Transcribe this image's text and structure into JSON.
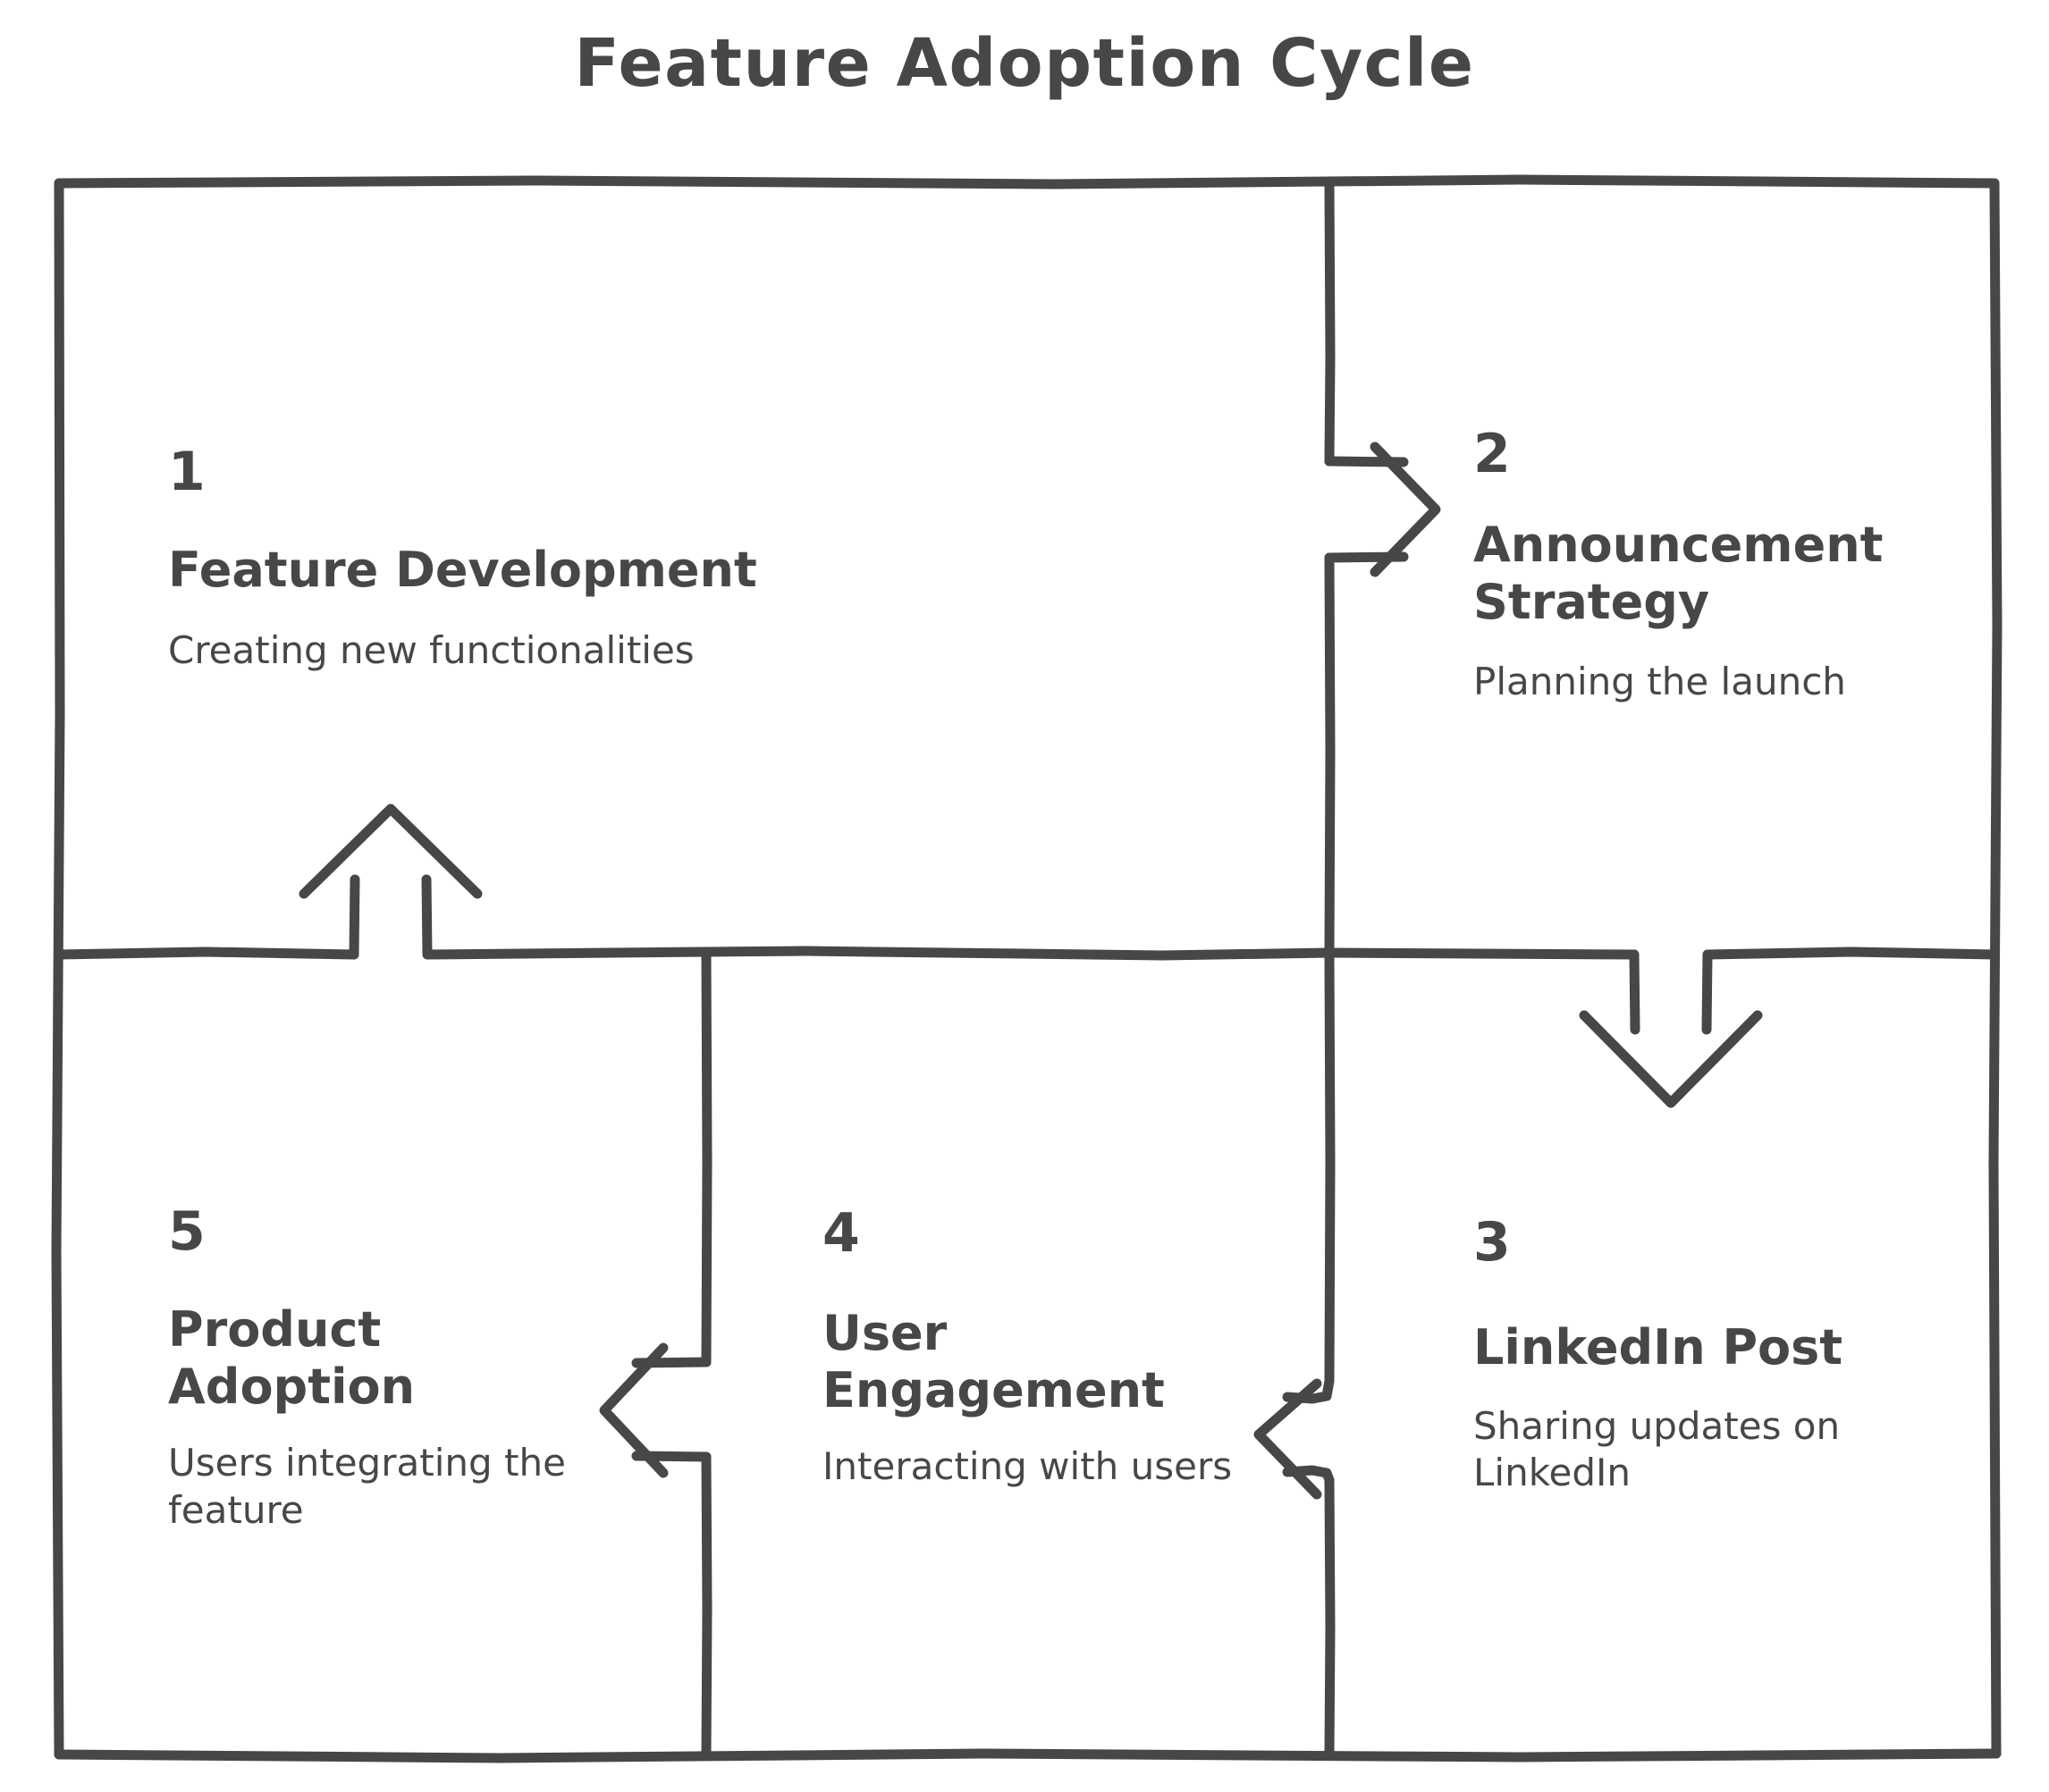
{
  "diagram": {
    "title": "Feature Adoption Cycle",
    "type": "cycle-quadrant-flowchart",
    "stroke_color": "#474747",
    "background_color": "#ffffff",
    "steps": [
      {
        "number": "1",
        "title": "Feature Development",
        "description": "Creating new functionalities",
        "position": "top-left"
      },
      {
        "number": "2",
        "title": "Announcement\nStrategy",
        "description": "Planning the launch",
        "position": "top-right"
      },
      {
        "number": "3",
        "title": "LinkedIn Post",
        "description": "Sharing updates on\nLinkedIn",
        "position": "bottom-right"
      },
      {
        "number": "4",
        "title": "User\nEngagement",
        "description": "Interacting with users",
        "position": "bottom-center"
      },
      {
        "number": "5",
        "title": "Product\nAdoption",
        "description": "Users integrating the\nfeature",
        "position": "bottom-left"
      }
    ],
    "connectors": [
      {
        "from": "1",
        "to": "2",
        "direction": "right"
      },
      {
        "from": "2",
        "to": "3",
        "direction": "down"
      },
      {
        "from": "3",
        "to": "4",
        "direction": "left"
      },
      {
        "from": "4",
        "to": "5",
        "direction": "left"
      },
      {
        "from": "5",
        "to": "1",
        "direction": "up"
      }
    ]
  }
}
